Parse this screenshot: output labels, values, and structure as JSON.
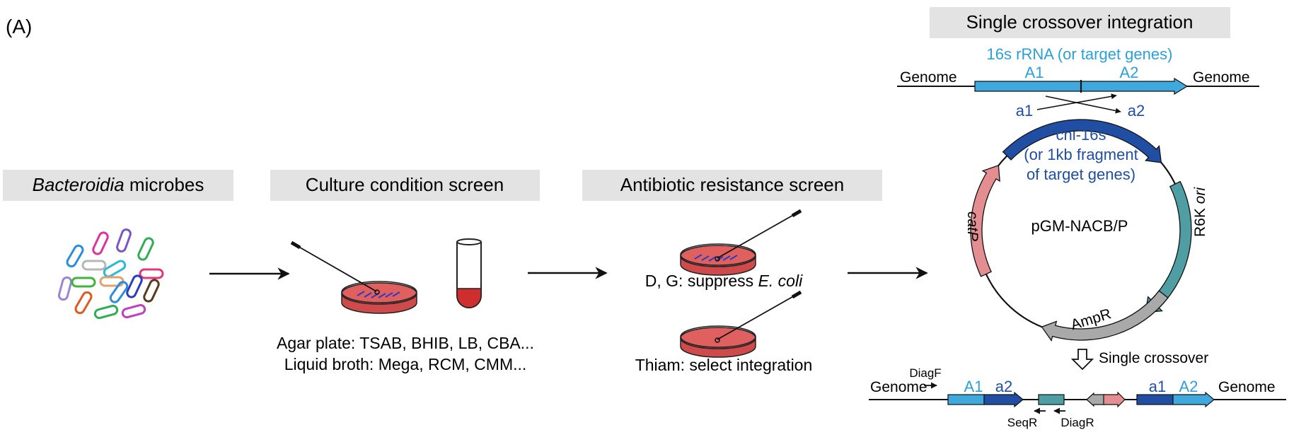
{
  "panel_label": "(A)",
  "steps": {
    "microbes": {
      "title_italic": "Bacteroidia",
      "title_rest": " microbes"
    },
    "culture": {
      "title": "Culture condition screen",
      "line1": "Agar plate: TSAB, BHIB, LB, CBA...",
      "line2": "Liquid broth: Mega, RCM, CMM..."
    },
    "antibiotic": {
      "title": "Antibiotic resistance screen",
      "caption1_prefix": "D, G: suppress ",
      "caption1_italic": "E. coli",
      "caption2": "Thiam: select integration"
    },
    "integration": {
      "title": "Single crossover integration",
      "target_label": "16s rRNA (or target genes)",
      "genome_left": "Genome",
      "genome_right": "Genome",
      "a1_upper": "A1",
      "a2_upper": "A2",
      "a1_lower": "a1",
      "a2_lower": "a2",
      "chi_line1": "chi-16s",
      "chi_line2": "(or 1kb fragment",
      "chi_line3": "of target genes)",
      "plasmid_name": "pGM-NACB/P",
      "catp": "catP",
      "r6k_prefix": "R6K ",
      "r6k_italic": "ori",
      "ampr": "AmpR",
      "crossover_label": "Single crossover",
      "result": {
        "genome_left": "Genome",
        "genome_right": "Genome",
        "A1": "A1",
        "a2": "a2",
        "a1": "a1",
        "A2": "A2",
        "diagf": "DiagF",
        "seqr": "SeqR",
        "diagr": "DiagR"
      }
    }
  },
  "colors": {
    "label_bg": "#e3e3e3",
    "light_blue": "#3fa9dd",
    "dark_blue": "#1f4ea3",
    "text_light_blue": "#2aa0dd",
    "text_dark_blue": "#1f4ea3",
    "teal": "#4f9ea4",
    "pink": "#e48e92",
    "gray": "#a9a9a9",
    "dish_red": "#cf4a4a",
    "bacteria": [
      "#2a8de0",
      "#e0329a",
      "#7a55c8",
      "#2fae55",
      "#b7b7b7",
      "#2bbad6",
      "#e8357a",
      "#9d83d6",
      "#3cb53a",
      "#e0a070",
      "#2b3cc0",
      "#5a3a1a",
      "#e05a1e",
      "#2fae55",
      "#c040c0",
      "#2a8de0"
    ]
  }
}
